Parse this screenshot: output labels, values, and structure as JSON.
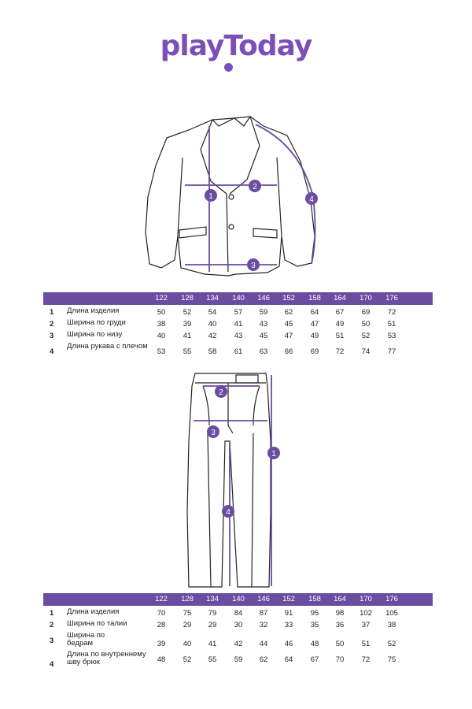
{
  "brand": {
    "logo_text": "playToday"
  },
  "colors": {
    "accent": "#7b4fb8",
    "header_bg": "#6a4ca0"
  },
  "jacket": {
    "markers": [
      "1",
      "2",
      "3",
      "4"
    ],
    "table": {
      "sizes": [
        "122",
        "128",
        "134",
        "140",
        "146",
        "152",
        "158",
        "164",
        "170",
        "176"
      ],
      "rows": [
        {
          "num": "1",
          "label": "Длина изделия",
          "values": [
            "50",
            "52",
            "54",
            "57",
            "59",
            "62",
            "64",
            "67",
            "69",
            "72"
          ]
        },
        {
          "num": "2",
          "label": "Ширина по груди",
          "values": [
            "38",
            "39",
            "40",
            "41",
            "43",
            "45",
            "47",
            "49",
            "50",
            "51"
          ]
        },
        {
          "num": "3",
          "label": "Ширина по низу",
          "values": [
            "40",
            "41",
            "42",
            "43",
            "45",
            "47",
            "49",
            "51",
            "52",
            "53"
          ]
        },
        {
          "num": "4",
          "label": "Длина рукава с плечом",
          "values": [
            "53",
            "55",
            "58",
            "61",
            "63",
            "66",
            "69",
            "72",
            "74",
            "77"
          ]
        }
      ]
    }
  },
  "trousers": {
    "markers": [
      "1",
      "2",
      "3",
      "4"
    ],
    "table": {
      "sizes": [
        "122",
        "128",
        "134",
        "140",
        "146",
        "152",
        "158",
        "164",
        "170",
        "176"
      ],
      "rows": [
        {
          "num": "1",
          "label": "Длина изделия",
          "values": [
            "70",
            "75",
            "79",
            "84",
            "87",
            "91",
            "95",
            "98",
            "102",
            "105"
          ]
        },
        {
          "num": "2",
          "label": "Ширина по талии",
          "values": [
            "28",
            "29",
            "29",
            "30",
            "32",
            "33",
            "35",
            "36",
            "37",
            "38"
          ]
        },
        {
          "num": "3",
          "label": "Ширина по бедрам",
          "values": [
            "39",
            "40",
            "41",
            "42",
            "44",
            "46",
            "48",
            "50",
            "51",
            "52"
          ]
        },
        {
          "num": "4",
          "label": "Длина по внутреннему шву брюк",
          "values": [
            "48",
            "52",
            "55",
            "59",
            "62",
            "64",
            "67",
            "70",
            "72",
            "75"
          ]
        }
      ]
    }
  }
}
